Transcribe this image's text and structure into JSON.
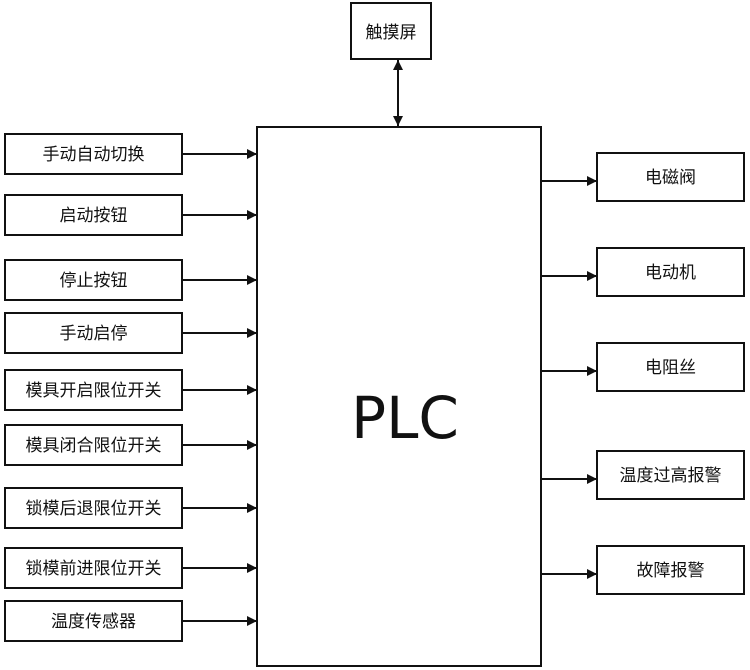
{
  "diagram": {
    "title": "PLC control system block diagram",
    "controller": {
      "label": "PLC"
    },
    "hmi": {
      "label": "触摸屏",
      "connection": "bidirectional"
    },
    "inputs": [
      {
        "label": "手动自动切换"
      },
      {
        "label": "启动按钮"
      },
      {
        "label": "停止按钮"
      },
      {
        "label": "手动启停"
      },
      {
        "label": "模具开启限位开关"
      },
      {
        "label": "模具闭合限位开关"
      },
      {
        "label": "锁模后退限位开关"
      },
      {
        "label": "锁模前进限位开关"
      },
      {
        "label": "温度传感器"
      }
    ],
    "outputs": [
      {
        "label": "电磁阀"
      },
      {
        "label": "电动机"
      },
      {
        "label": "电阻丝"
      },
      {
        "label": "温度过高报警"
      },
      {
        "label": "故障报警"
      }
    ],
    "colors": {
      "stroke": "#111111",
      "background": "#ffffff"
    }
  }
}
